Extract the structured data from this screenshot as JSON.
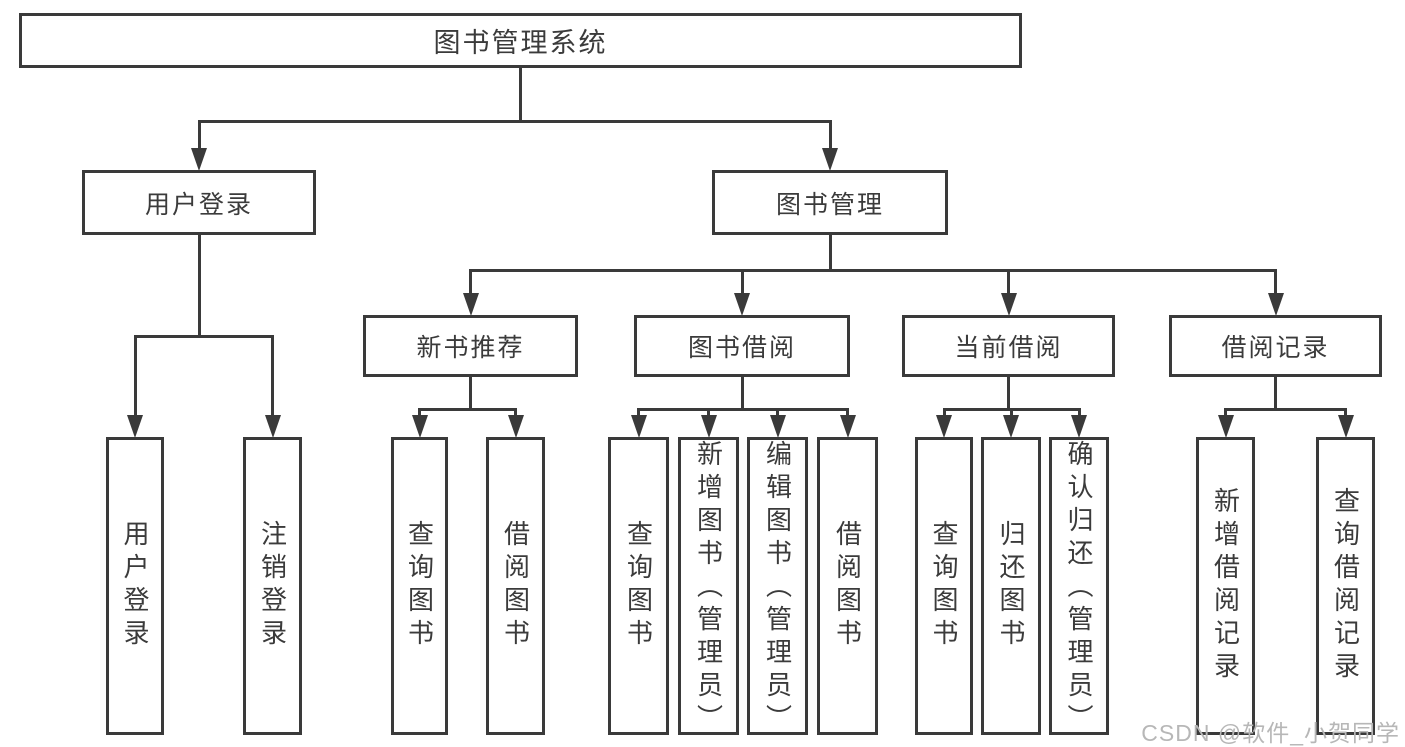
{
  "diagram": {
    "title": "图书管理系统",
    "watermark": "CSDN @软件_小贺同学",
    "colors": {
      "line": "#3a3a3a",
      "box_border": "#3a3a3a",
      "text": "#3b3b3b",
      "background": "#ffffff",
      "watermark": "#b7b7b7"
    }
  },
  "nodes": [
    {
      "id": "root",
      "label": "图书管理系统",
      "parent": null,
      "orientation": "horizontal"
    },
    {
      "id": "login",
      "label": "用户登录",
      "parent": "root",
      "orientation": "horizontal"
    },
    {
      "id": "bookmgmt",
      "label": "图书管理",
      "parent": "root",
      "orientation": "horizontal"
    },
    {
      "id": "newbook",
      "label": "新书推荐",
      "parent": "bookmgmt",
      "orientation": "horizontal"
    },
    {
      "id": "borrow",
      "label": "图书借阅",
      "parent": "bookmgmt",
      "orientation": "horizontal"
    },
    {
      "id": "current",
      "label": "当前借阅",
      "parent": "bookmgmt",
      "orientation": "horizontal"
    },
    {
      "id": "records",
      "label": "借阅记录",
      "parent": "bookmgmt",
      "orientation": "horizontal"
    },
    {
      "id": "user-login",
      "label": "用户登录",
      "parent": "login",
      "orientation": "vertical"
    },
    {
      "id": "logout",
      "label": "注销登录",
      "parent": "login",
      "orientation": "vertical"
    },
    {
      "id": "nb-query",
      "label": "查询图书",
      "parent": "newbook",
      "orientation": "vertical"
    },
    {
      "id": "nb-borrow",
      "label": "借阅图书",
      "parent": "newbook",
      "orientation": "vertical"
    },
    {
      "id": "bw-query",
      "label": "查询图书",
      "parent": "borrow",
      "orientation": "vertical"
    },
    {
      "id": "bw-add",
      "label": "新增图书（管理员）",
      "parent": "borrow",
      "orientation": "vertical"
    },
    {
      "id": "bw-edit",
      "label": "编辑图书（管理员）",
      "parent": "borrow",
      "orientation": "vertical"
    },
    {
      "id": "bw-borrow",
      "label": "借阅图书",
      "parent": "borrow",
      "orientation": "vertical"
    },
    {
      "id": "cur-query",
      "label": "查询图书",
      "parent": "current",
      "orientation": "vertical"
    },
    {
      "id": "cur-return",
      "label": "归还图书",
      "parent": "current",
      "orientation": "vertical"
    },
    {
      "id": "cur-confirm",
      "label": "确认归还（管理员）",
      "parent": "current",
      "orientation": "vertical"
    },
    {
      "id": "rec-add",
      "label": "新增借阅记录",
      "parent": "records",
      "orientation": "vertical"
    },
    {
      "id": "rec-query",
      "label": "查询借阅记录",
      "parent": "records",
      "orientation": "vertical"
    }
  ]
}
